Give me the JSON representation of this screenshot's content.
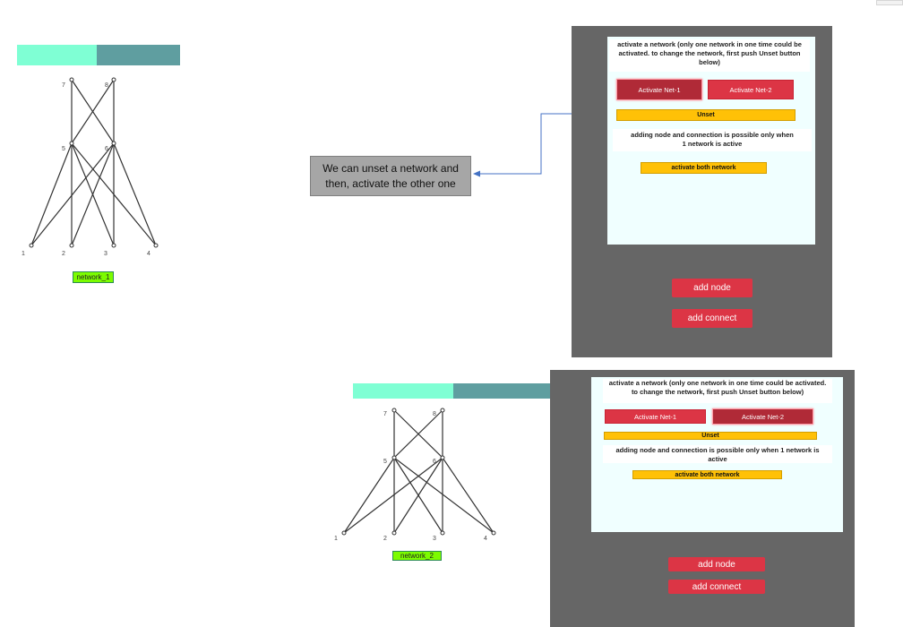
{
  "network_1": {
    "label": "network_1",
    "node_labels": [
      "1",
      "2",
      "3",
      "4",
      "5",
      "6",
      "7",
      "8"
    ]
  },
  "network_2": {
    "label": "network_2",
    "node_labels": [
      "1",
      "2",
      "3",
      "4",
      "5",
      "6",
      "7",
      "8"
    ]
  },
  "callout": {
    "line1": "We can unset a network and",
    "line2": "then, activate the other one"
  },
  "panel_top": {
    "instruction_prefix": "activate a network (only one network in one time could be activated. to change the network, first push",
    "instruction_bold": "Unset button",
    "instruction_suffix": "below)",
    "activate_net1": "Activate Net-1",
    "activate_net2": "Activate Net-2",
    "active_net": "Net-1",
    "unset": "Unset",
    "info": "adding node and connection is possible only when 1 network is active",
    "activate_both": "activate both network",
    "add_node": "add node",
    "add_connect": "add connect"
  },
  "panel_bottom": {
    "instruction_prefix": "activate a network (only one network in one time could be activated. to change the network, first push",
    "instruction_bold": "Unset button",
    "instruction_suffix": "below)",
    "activate_net1": "Activate Net-1",
    "activate_net2": "Activate Net-2",
    "active_net": "Net-2",
    "unset": "Unset",
    "info": "adding node and connection is possible only when 1 network is active",
    "activate_both": "activate both network",
    "add_node": "add node",
    "add_connect": "add connect"
  },
  "colors": {
    "bar_light": "#7fffd4",
    "bar_dark": "#5f9ea0",
    "panel_bg": "#666666",
    "inner_bg": "#f0ffff",
    "button_red": "#dc3545",
    "button_yellow": "#ffc107",
    "network_label": "#7cfc00"
  }
}
